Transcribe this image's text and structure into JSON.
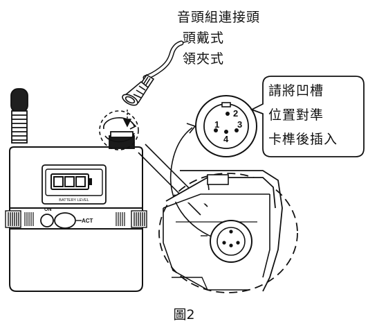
{
  "labels": {
    "connector_title": "音頭組連接頭",
    "headset_type": "頭戴式",
    "lavalier_type": "領夾式",
    "callout_line1": "請將凹槽",
    "callout_line2": "位置對準",
    "callout_line3": "卡榫後插入",
    "figure_caption": "圖2"
  },
  "device": {
    "battery_label": "BATTERY LEVEL",
    "on_label": "ON",
    "act_label": "ACT"
  },
  "pin_numbers": {
    "p1": "1",
    "p2": "2",
    "p3": "3",
    "p4": "4"
  }
}
